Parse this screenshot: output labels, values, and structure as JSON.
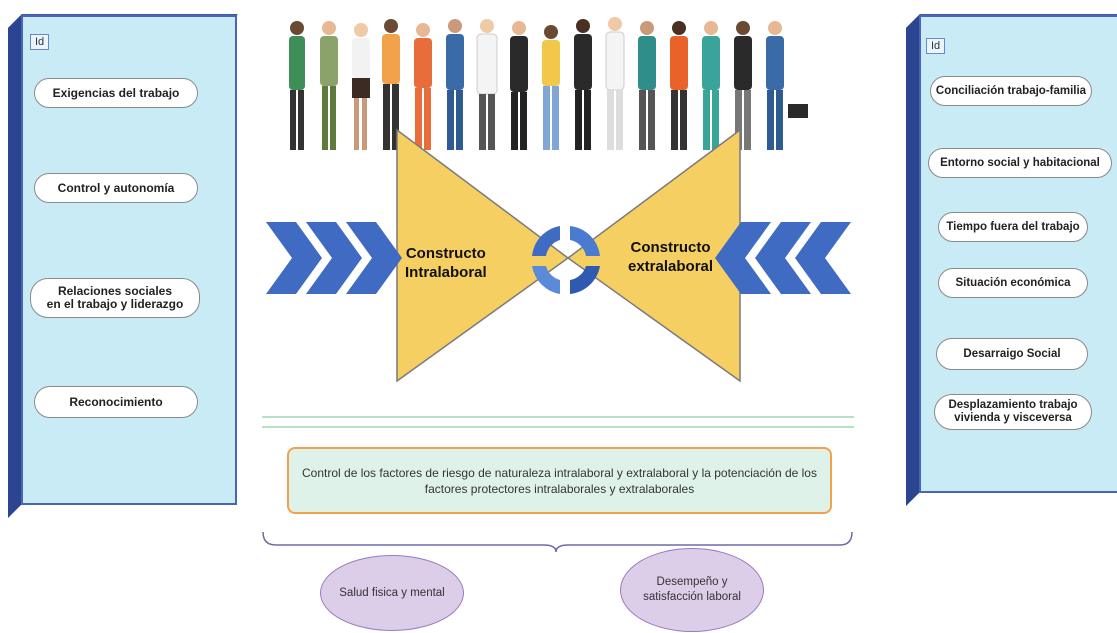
{
  "left_panel": {
    "tag": "Id",
    "items": [
      "Exigencias del trabajo",
      "Control y autonomía",
      "Relaciones sociales\nen el trabajo y liderazgo",
      "Reconocimiento"
    ]
  },
  "right_panel": {
    "tag": "Id",
    "items": [
      "Conciliación trabajo-familia",
      "Entorno social y habitacional",
      "Tiempo fuera del trabajo",
      "Situación económica",
      "Desarraigo Social",
      "Desplazamiento trabajo\nvivienda y visceversa"
    ]
  },
  "center": {
    "left_label": "Constructo\nIntralaboral",
    "right_label": "Constructo\nextralaboral"
  },
  "summary": "Control de los factores de riesgo de naturaleza intralaboral y extralaboral y la potenciación de los factores protectores intralaborales y extralaborales",
  "outcomes": [
    "Salud fisica y mental",
    "Desempeño  y\nsatisfacción laboral"
  ],
  "colors": {
    "panel_fill": "#c9ebf6",
    "panel_border": "#4a64b6",
    "bowtie_fill": "#f6cf63",
    "chevron": "#3f6bc2",
    "line": "#9fd6b4",
    "summary_border": "#f0a34a",
    "summary_fill": "#dff2e9",
    "oval_fill": "#dccde9"
  }
}
